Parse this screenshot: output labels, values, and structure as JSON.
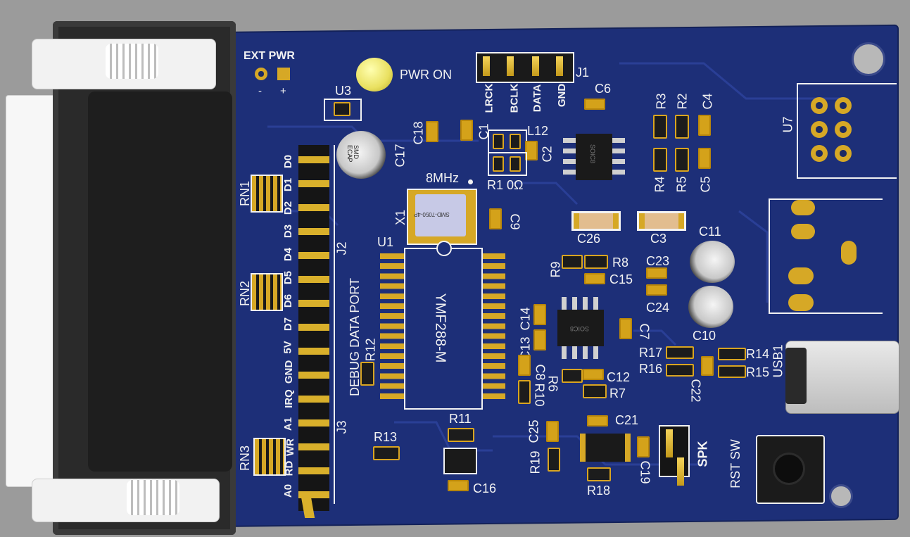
{
  "board": {
    "labels": {
      "ext_pwr": "EXT PWR",
      "minus": "-",
      "plus": "+",
      "pwr_on": "PWR ON",
      "u3": "U3",
      "c17": "C17",
      "smd_ecap": "SMD ECAP",
      "c18": "C18",
      "c1": "C1",
      "l12": "L12",
      "c2": "C2",
      "r1": "R1 0Ω",
      "crystal_freq": "8MHz",
      "x1": "X1",
      "crystal_part": "SMD-7050-4P",
      "c9": "C9",
      "u1": "U1",
      "chip_name": "YMF288-M",
      "j1": "J1",
      "lrck": "LRCK",
      "bclk": "BCLK",
      "data": "DATA",
      "gnd_j1": "GND",
      "c6": "C6",
      "r3": "R3",
      "r2": "R2",
      "c4": "C4",
      "r4": "R4",
      "r5": "R5",
      "c5": "C5",
      "soic8_top": "SOIC8",
      "u7": "U7",
      "c26": "C26",
      "c3": "C3",
      "c11": "C11",
      "r9": "R9",
      "r8": "R8",
      "c15": "C15",
      "c23": "C23",
      "c24": "C24",
      "c14": "C14",
      "c13": "C13",
      "soic8_mid": "SOIC8",
      "c7": "C7",
      "c10": "C10",
      "c8": "C8",
      "r6": "R6",
      "r10": "R10",
      "c12": "C12",
      "r7": "R7",
      "r17": "R17",
      "r16": "R16",
      "c22": "C22",
      "r14": "R14",
      "r15": "R15",
      "usb1": "USB1",
      "rn1": "RN1",
      "rn2": "RN2",
      "rn3": "RN3",
      "j2": "J2",
      "j3": "J3",
      "debug_port": "DEBUG DATA PORT",
      "r12": "R12",
      "r13": "R13",
      "r11": "R11",
      "c16": "C16",
      "c25": "C25",
      "r19": "R19",
      "c21": "C21",
      "r18": "R18",
      "c19": "C19",
      "spk": "SPK",
      "rst_sw": "RST SW",
      "pins": [
        "D0",
        "D1",
        "D2",
        "D3",
        "D4",
        "D5",
        "D6",
        "D7",
        "5V",
        "GND",
        "IRQ",
        "A1",
        "WR",
        "RD",
        "A0"
      ]
    }
  },
  "colors": {
    "pcb": "#1d2f78",
    "silkscreen": "#f2f2f2",
    "copper": "#d6a826",
    "background": "#9b9b9b"
  }
}
